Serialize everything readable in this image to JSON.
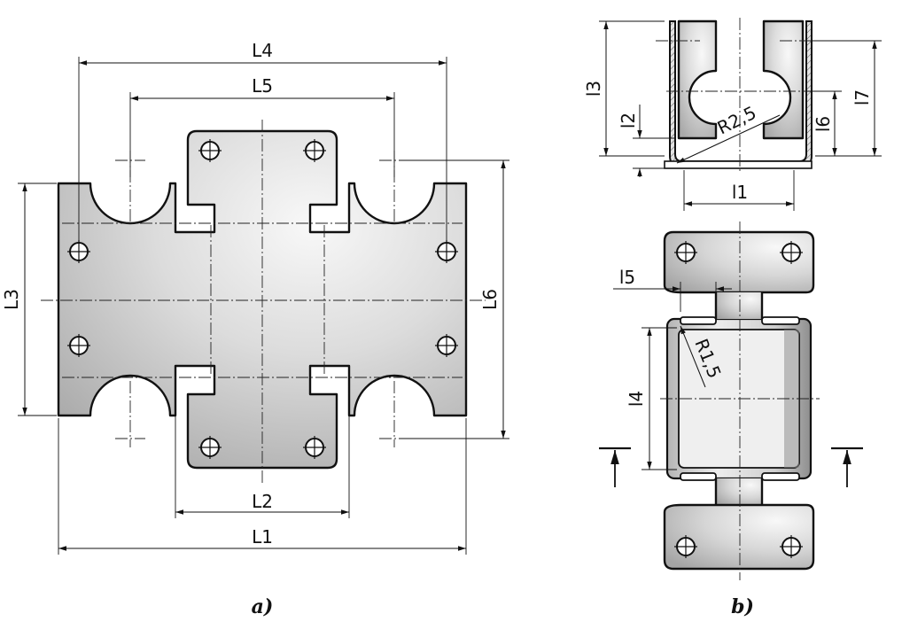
{
  "labels": {
    "L4": "L4",
    "L5": "L5",
    "L3": "L3",
    "L6": "L6",
    "L2": "L2",
    "L1": "L1",
    "l3": "l3",
    "l2": "l2",
    "l1": "l1",
    "l6": "l6",
    "l7": "l7",
    "l5": "l5",
    "l4": "l4",
    "r25": "R2,5",
    "r15": "R1,5",
    "cap_a": "a)",
    "cap_b": "b)"
  },
  "colors": {
    "metal_light": "#f7f7f7",
    "metal_mid": "#d2d2d2",
    "metal_dark": "#9c9c9c",
    "line": "#111111"
  }
}
